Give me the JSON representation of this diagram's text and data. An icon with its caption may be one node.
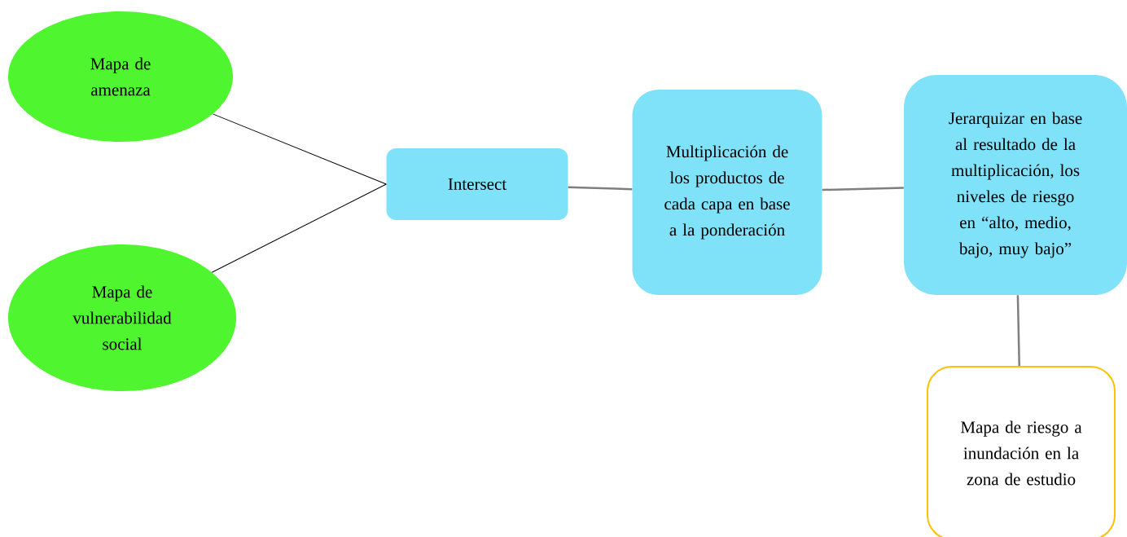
{
  "diagram": {
    "nodes": [
      {
        "text": [
          "Mapa de amenaza"
        ]
      },
      {
        "text": [
          "Mapa de vulnerabilidad social"
        ]
      },
      {
        "text": [
          "Intersect"
        ]
      },
      {
        "text": [
          "Multiplicación de los productos de cada capa en base a la ponderación"
        ]
      },
      {
        "text": [
          "Jerarquizar en base al resultado de la multiplicación, los niveles de riesgo en “alto, medio, bajo, muy bajo”"
        ]
      },
      {
        "text": [
          "Mapa de riesgo a inundación en la zona de estudio"
        ]
      }
    ],
    "edges": [
      {
        "from": 0,
        "to": 2,
        "arrow": "none",
        "color": "#000000"
      },
      {
        "from": 1,
        "to": 2,
        "arrow": "none",
        "color": "#000000"
      },
      {
        "from": 2,
        "to": 3,
        "arrow": "none"
      },
      {
        "from": 3,
        "to": 4,
        "arrow": "none"
      },
      {
        "from": 4,
        "to": 5,
        "arrow": "none"
      }
    ]
  }
}
